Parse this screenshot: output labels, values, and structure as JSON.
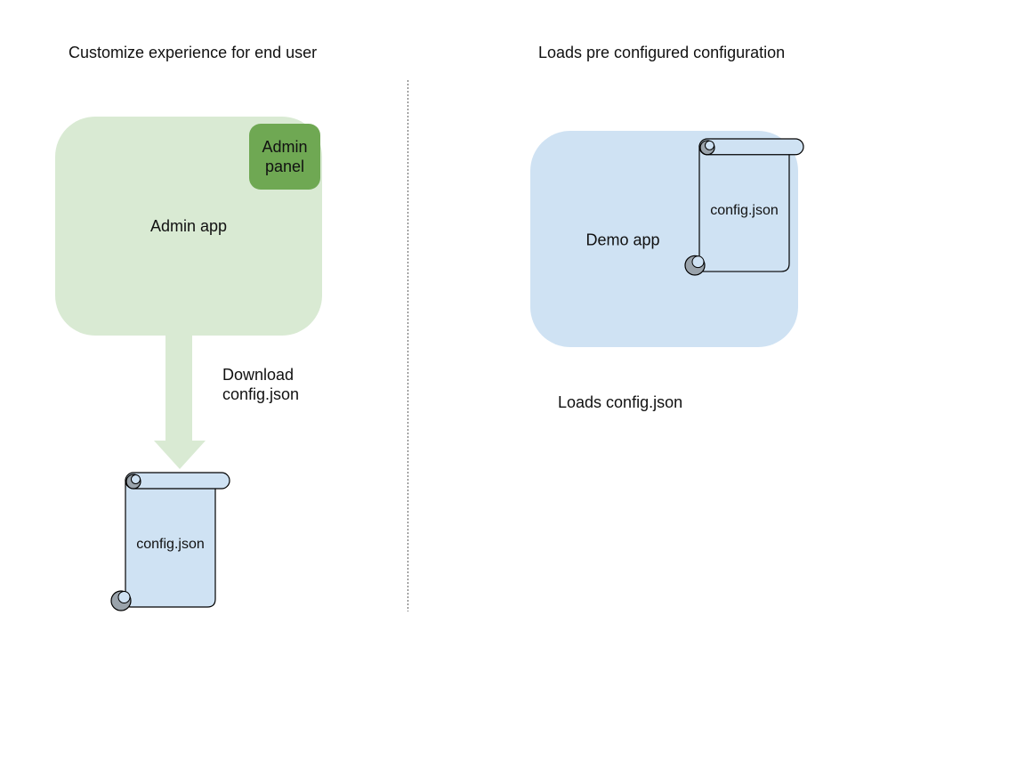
{
  "colors": {
    "green_light": "#d9ead3",
    "green_medium": "#6fa853",
    "blue_light": "#cfe2f3",
    "curl_gray": "#9aa3ab",
    "outline": "#000000",
    "divider": "#666666",
    "text": "#111111",
    "background": "#ffffff"
  },
  "icons": {
    "download_arrow": "block-arrow-down",
    "config_file": "vertical-scroll-shape"
  },
  "left_section": {
    "title": "Customize experience for end user",
    "admin_app_label": "Admin app",
    "admin_panel_label": "Admin panel",
    "download_caption": "Download config.json",
    "config_file_label": "config.json"
  },
  "right_section": {
    "title": "Loads pre configured configuration",
    "demo_app_label": "Demo app",
    "config_file_label": "config.json",
    "caption": "Loads config.json"
  }
}
